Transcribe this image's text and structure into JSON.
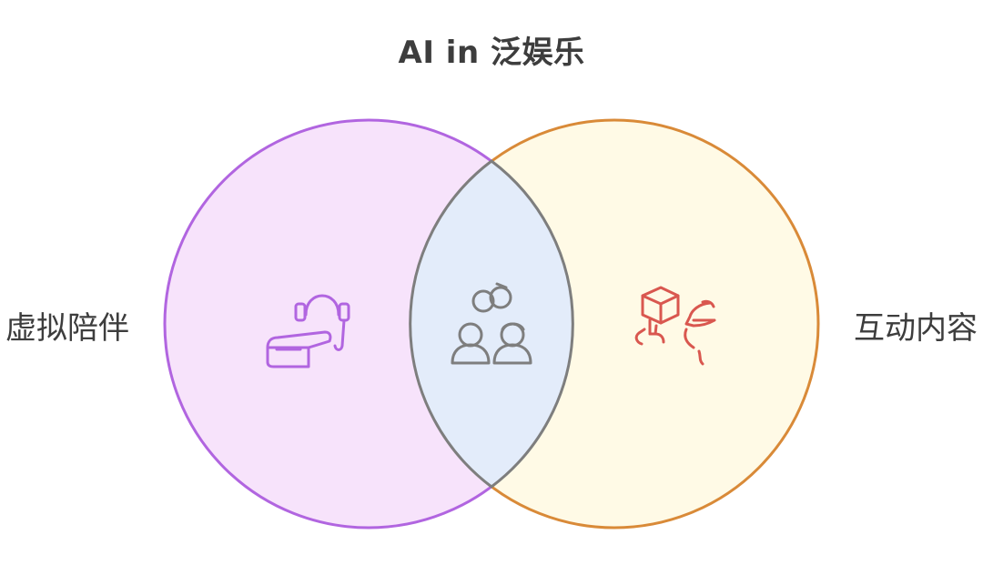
{
  "title": "AI in 泛娱乐",
  "sets": [
    {
      "label": "虚拟陪伴",
      "fill": "#f7e3fb",
      "stroke": "#b165e0",
      "icon": "customer-service-headset-icon",
      "icon_color": "#b165e0"
    },
    {
      "label": "互动内容",
      "fill": "#fffae6",
      "stroke": "#d98a38",
      "icon": "interactive-vr-touch-icon",
      "icon_color": "#d9574f"
    }
  ],
  "intersection": {
    "fill": "#e3ecfa",
    "stroke": "#7e7e7e",
    "icon": "people-connection-icon",
    "icon_color": "#7e7e7e"
  }
}
